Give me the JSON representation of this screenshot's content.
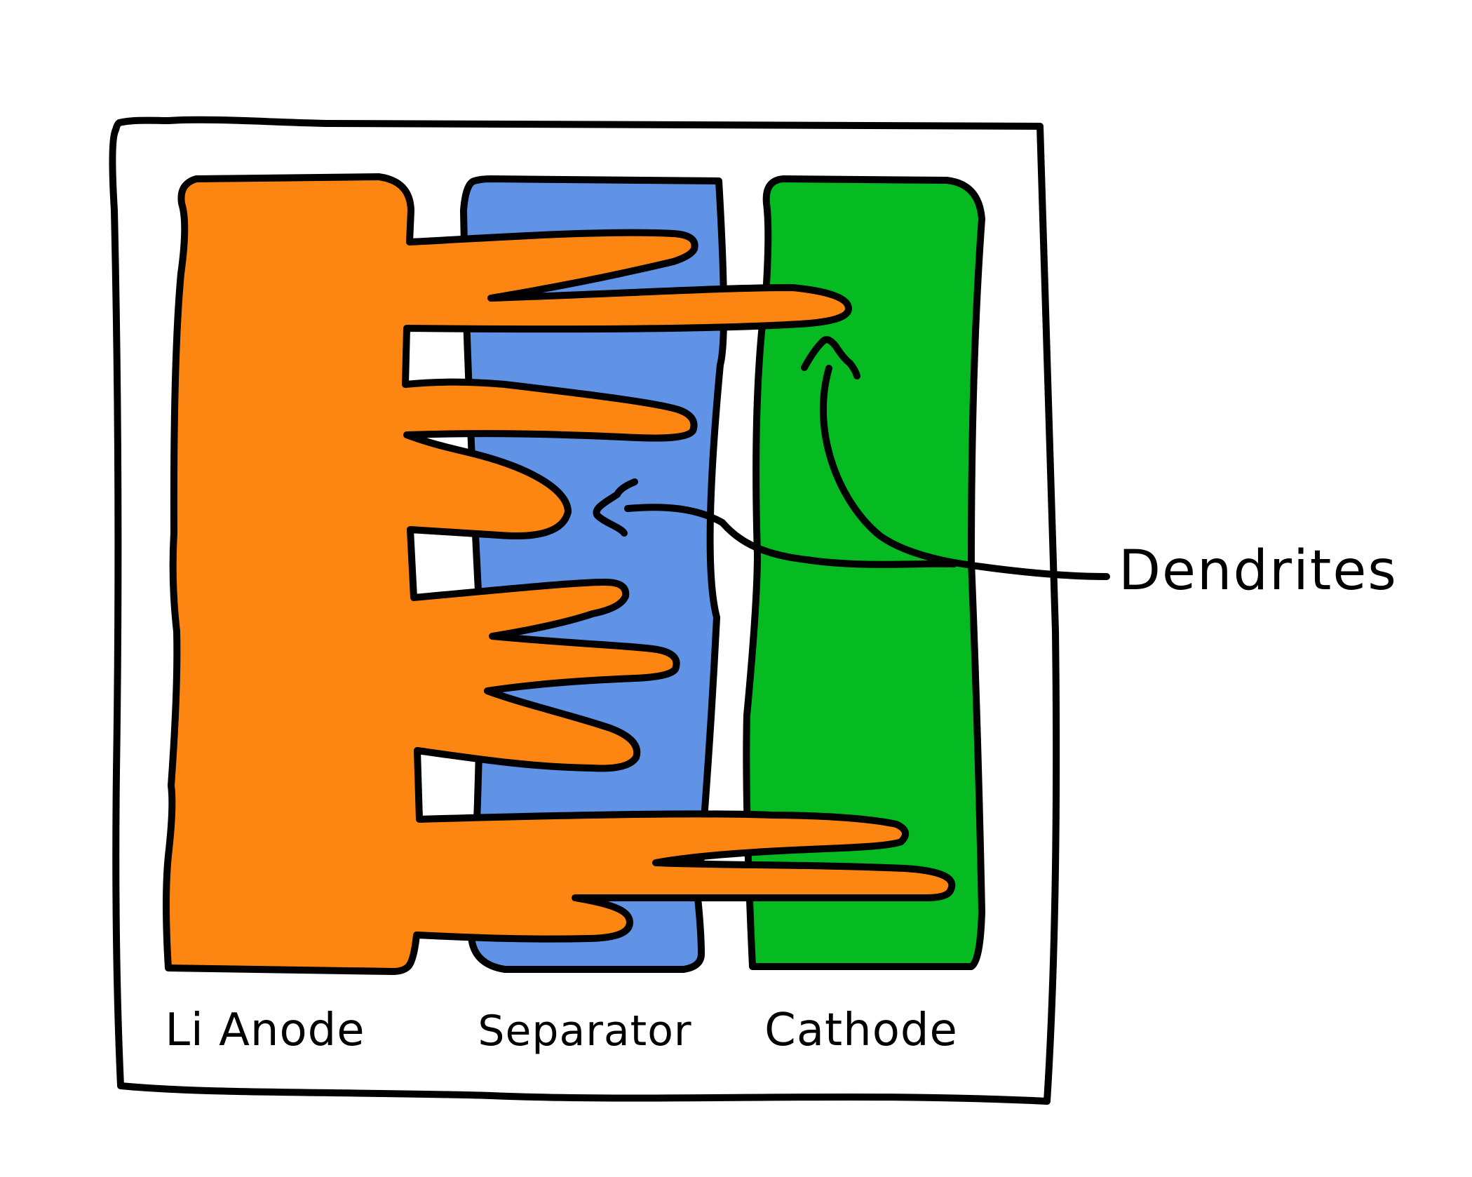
{
  "labels": {
    "anode": "Li Anode",
    "separator": "Separator",
    "cathode": "Cathode",
    "callout": "Dendrites"
  },
  "colors": {
    "anode": "#fd8612",
    "separator": "#6092e6",
    "cathode": "#06bb22",
    "stroke": "#000000",
    "background": "#ffffff"
  }
}
